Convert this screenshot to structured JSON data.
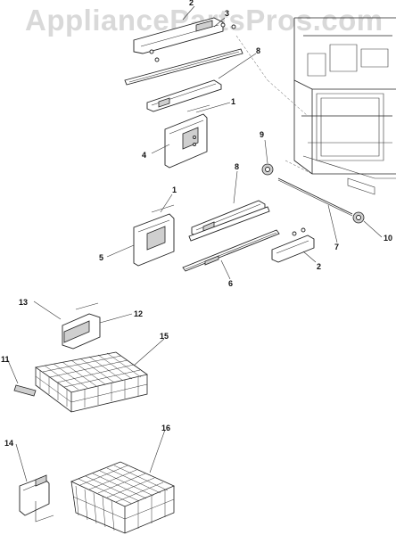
{
  "watermark": "AppliancePartsPros.com",
  "callouts": [
    {
      "id": "c2a",
      "text": "2"
    },
    {
      "id": "c3",
      "text": "3"
    },
    {
      "id": "c8a",
      "text": "8"
    },
    {
      "id": "c1a",
      "text": "1"
    },
    {
      "id": "c4",
      "text": "4"
    },
    {
      "id": "c9",
      "text": "9"
    },
    {
      "id": "c8b",
      "text": "8"
    },
    {
      "id": "c1b",
      "text": "1"
    },
    {
      "id": "c5",
      "text": "5"
    },
    {
      "id": "c7",
      "text": "7"
    },
    {
      "id": "c10",
      "text": "10"
    },
    {
      "id": "c2b",
      "text": "2"
    },
    {
      "id": "c6",
      "text": "6"
    },
    {
      "id": "c13",
      "text": "13"
    },
    {
      "id": "c12",
      "text": "12"
    },
    {
      "id": "c15",
      "text": "15"
    },
    {
      "id": "c11",
      "text": "11"
    },
    {
      "id": "c14",
      "text": "14"
    },
    {
      "id": "c16",
      "text": "16"
    }
  ]
}
